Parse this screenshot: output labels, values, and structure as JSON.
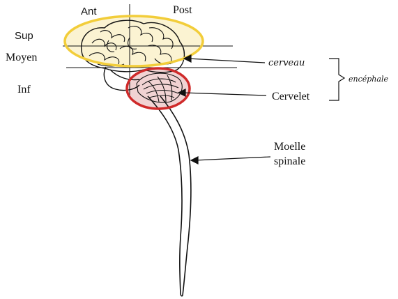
{
  "orientation": {
    "anterior": "Ant",
    "posterior": "Post",
    "superior": "Sup",
    "middle": "Moyen",
    "inferior": "Inf"
  },
  "labels": {
    "cerveau": "cerveau",
    "cervelet": "Cervelet",
    "encephale": "encéphale",
    "moelle_line1": "Moelle",
    "moelle_line2": "spinale"
  },
  "colors": {
    "cerveau_ellipse": "#f2cd3a",
    "cerveau_fill": "#fbf3d2",
    "cervelet_ellipse": "#cf2a2a",
    "cervelet_fill": "#f1d3d3"
  }
}
